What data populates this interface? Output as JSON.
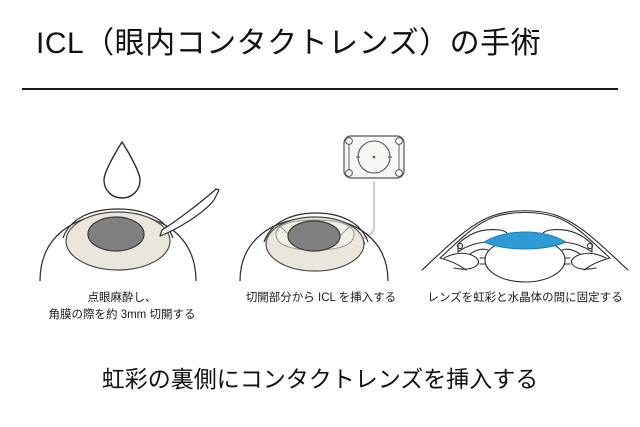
{
  "slide": {
    "title": "ICL（眼内コンタクトレンズ）の手術",
    "summary": "虹彩の裏側にコンタクトレンズを挿入する",
    "background_color": "#ffffff",
    "rule_color": "#1a1a1a"
  },
  "colors": {
    "outline": "#2b2b2b",
    "iris_fill": "#eae6dc",
    "pupil_fill": "#808080",
    "sclera_fill": "#ffffff",
    "icl_blue": "#2e9bd6",
    "icl_body_fill": "#f7f6f2",
    "leader_line": "#cfcfc9"
  },
  "steps": [
    {
      "id": "step-anesthesia-incision",
      "art_name": "eye-with-eyedrop-and-scalpel",
      "caption_lines": [
        "点眼麻酔し、",
        "角膜の際を約 3mm 切開する"
      ],
      "icons": [
        "eyedrop-icon",
        "scalpel-icon",
        "eye-front-icon"
      ]
    },
    {
      "id": "step-insert-icl",
      "art_name": "eye-with-icl-lens-inserted",
      "caption_lines": [
        "切開部分から ICL を挿入する"
      ],
      "icons": [
        "icl-lens-icon",
        "eye-front-icon",
        "leader-line"
      ]
    },
    {
      "id": "step-fixate-lens",
      "art_name": "eye-cross-section-with-icl",
      "caption_lines": [
        "レンズを虹彩と水晶体の間に固定する"
      ],
      "icons": [
        "eye-cross-section-icon",
        "icl-blue-lens-icon"
      ]
    }
  ]
}
